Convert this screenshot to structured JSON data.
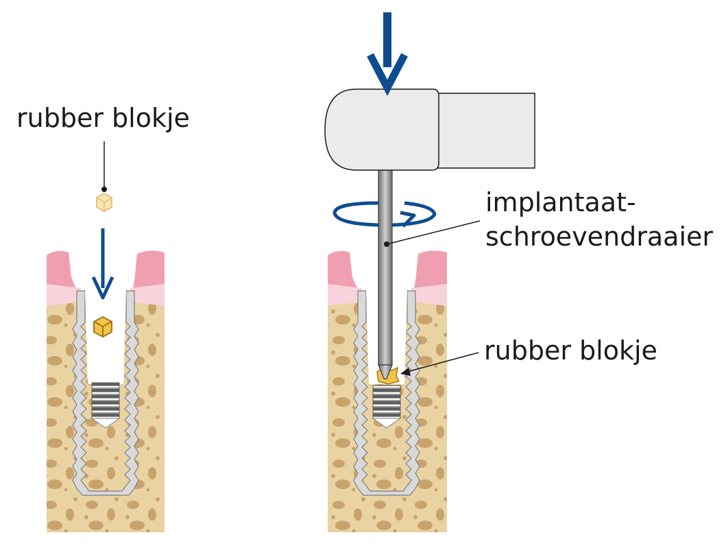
{
  "labels": {
    "left_rubber_block": "rubber blokje",
    "screwdriver_line1": "implantaat-",
    "screwdriver_line2": "schroevendraaier",
    "right_rubber_block": "rubber blokje"
  },
  "colors": {
    "bone": "#e9d3a3",
    "bone_pore": "#c9a36c",
    "gum": "#ef9fb1",
    "gum_light": "#f8d3dc",
    "implant": "#d9d9d9",
    "implant_outline": "#7d7d7d",
    "arrow": "#0f4c8f",
    "rubber_block": "#f2c24a",
    "handpiece": "#ebebeb"
  },
  "icons": {
    "down_arrow": "arrow-down-icon",
    "rotation": "rotation-arrow-icon",
    "rubber_block": "hexagon-block-icon"
  }
}
